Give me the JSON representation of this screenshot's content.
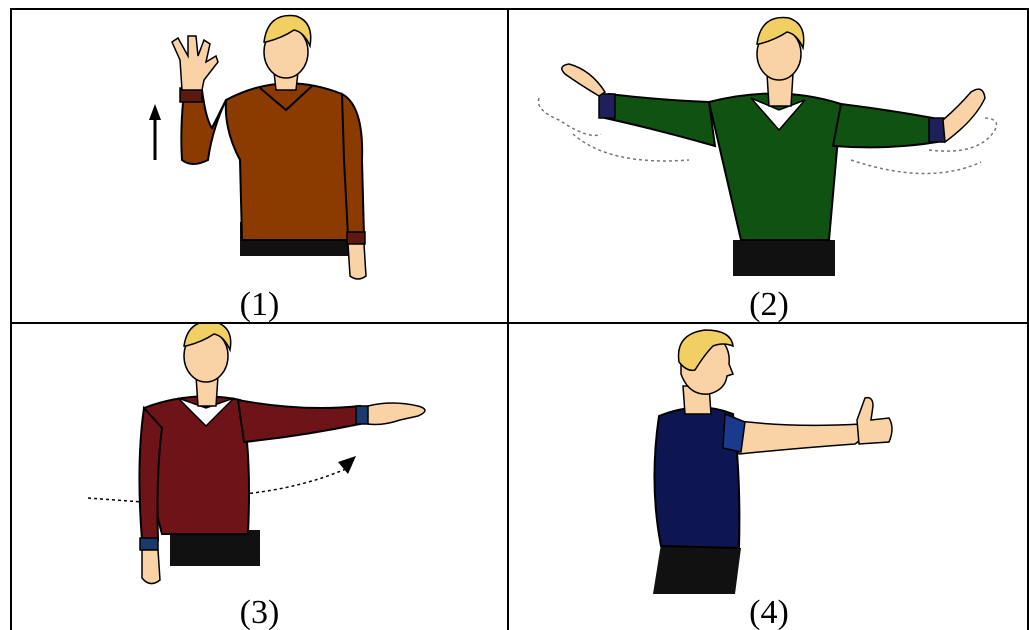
{
  "panels": [
    {
      "label": "(1)",
      "shirt_color": "#8B3A00",
      "cuff_color": "#5a1a10"
    },
    {
      "label": "(2)",
      "shirt_color": "#0f5212",
      "cuff_color": "#1f1f5a"
    },
    {
      "label": "(3)",
      "shirt_color": "#6e1418",
      "cuff_color": "#1a3a6e"
    },
    {
      "label": "(4)",
      "shirt_color": "#0d1650",
      "cuff_color": "#1a3a8e"
    }
  ],
  "colors": {
    "skin": "#f9d3a6",
    "hair": "#f2cf63",
    "pants": "#111111",
    "border": "#000000"
  }
}
